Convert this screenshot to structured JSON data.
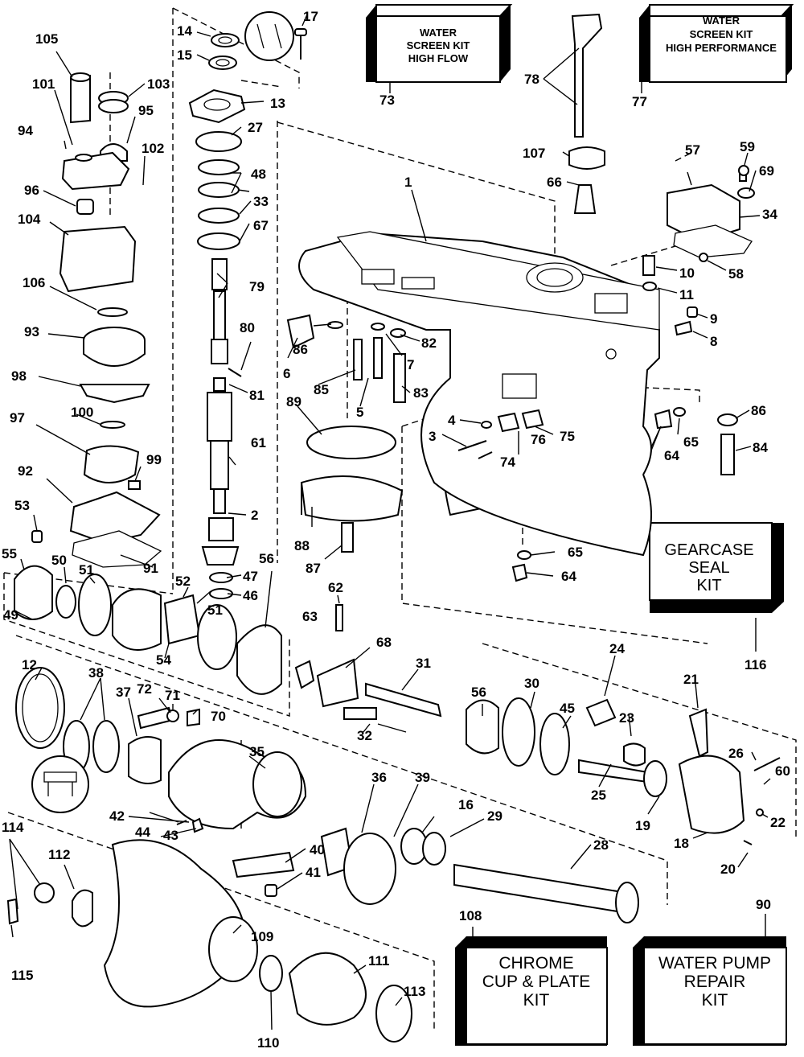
{
  "kits": {
    "screen_high_flow": {
      "lines": [
        "WATER",
        "SCREEN KIT",
        "HIGH FLOW"
      ],
      "number": "73"
    },
    "screen_high_perf": {
      "lines": [
        "WATER",
        "SCREEN KIT",
        "HIGH PERFORMANCE"
      ],
      "number": "77"
    },
    "gearcase_seal": {
      "lines": [
        "GEARCASE",
        "SEAL",
        "KIT"
      ],
      "number": "116"
    },
    "chrome_cup": {
      "lines": [
        "CHROME",
        "CUP & PLATE",
        "KIT"
      ],
      "number": "108"
    },
    "water_pump": {
      "lines": [
        "WATER PUMP",
        "REPAIR",
        "KIT"
      ],
      "number": "90"
    }
  },
  "callouts": [
    "1",
    "2",
    "3",
    "4",
    "5",
    "6",
    "7",
    "8",
    "9",
    "10",
    "11",
    "12",
    "13",
    "14",
    "15",
    "16",
    "17",
    "18",
    "19",
    "20",
    "21",
    "22",
    "23",
    "24",
    "25",
    "26",
    "27",
    "28",
    "29",
    "30",
    "31",
    "32",
    "33",
    "34",
    "35",
    "36",
    "37",
    "38",
    "39",
    "40",
    "41",
    "42",
    "43",
    "44",
    "45",
    "46",
    "47",
    "48",
    "49",
    "50",
    "51",
    "51",
    "52",
    "53",
    "54",
    "55",
    "56",
    "56",
    "57",
    "58",
    "59",
    "60",
    "61",
    "62",
    "63",
    "64",
    "64",
    "65",
    "65",
    "66",
    "67",
    "68",
    "69",
    "70",
    "71",
    "72",
    "74",
    "75",
    "76",
    "78",
    "79",
    "80",
    "81",
    "82",
    "83",
    "84",
    "85",
    "86",
    "86",
    "87",
    "88",
    "89",
    "91",
    "92",
    "93",
    "94",
    "95",
    "96",
    "97",
    "98",
    "99",
    "100",
    "101",
    "102",
    "103",
    "104",
    "105",
    "106",
    "107",
    "109",
    "110",
    "111",
    "112",
    "113",
    "114",
    "115"
  ]
}
